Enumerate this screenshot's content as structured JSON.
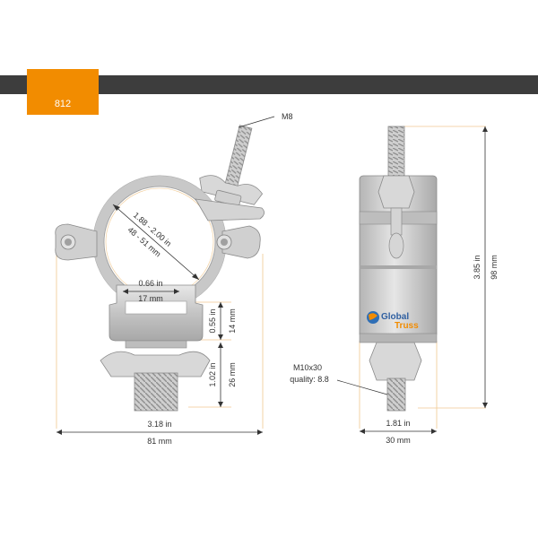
{
  "colors": {
    "accent": "#f28c00",
    "band": "#3d3d3d",
    "metal": "#c9c9c9",
    "dimension_line": "#f0c890",
    "text": "#333333"
  },
  "header": {
    "model": "812"
  },
  "front_view": {
    "callout_bolt": "M8",
    "tube_range_in": "1.88 - 2.00 in",
    "tube_range_mm": "48 - 51 mm",
    "opening_in": "0.66 in",
    "opening_mm": "17 mm",
    "base_height_in": "0.55 in",
    "base_height_mm": "14 mm",
    "thread_length_in": "1.02 in",
    "thread_length_mm": "26 mm",
    "width_in": "3.18 in",
    "width_mm": "81 mm"
  },
  "side_view": {
    "logo_line1": "Global",
    "logo_line2": "Truss",
    "callout_bolt_line1": "M10x30",
    "callout_bolt_line2": "quality: 8.8",
    "height_in": "3.85 in",
    "height_mm": "98 mm",
    "width_in": "1.81 in",
    "width_mm": "30 mm"
  }
}
